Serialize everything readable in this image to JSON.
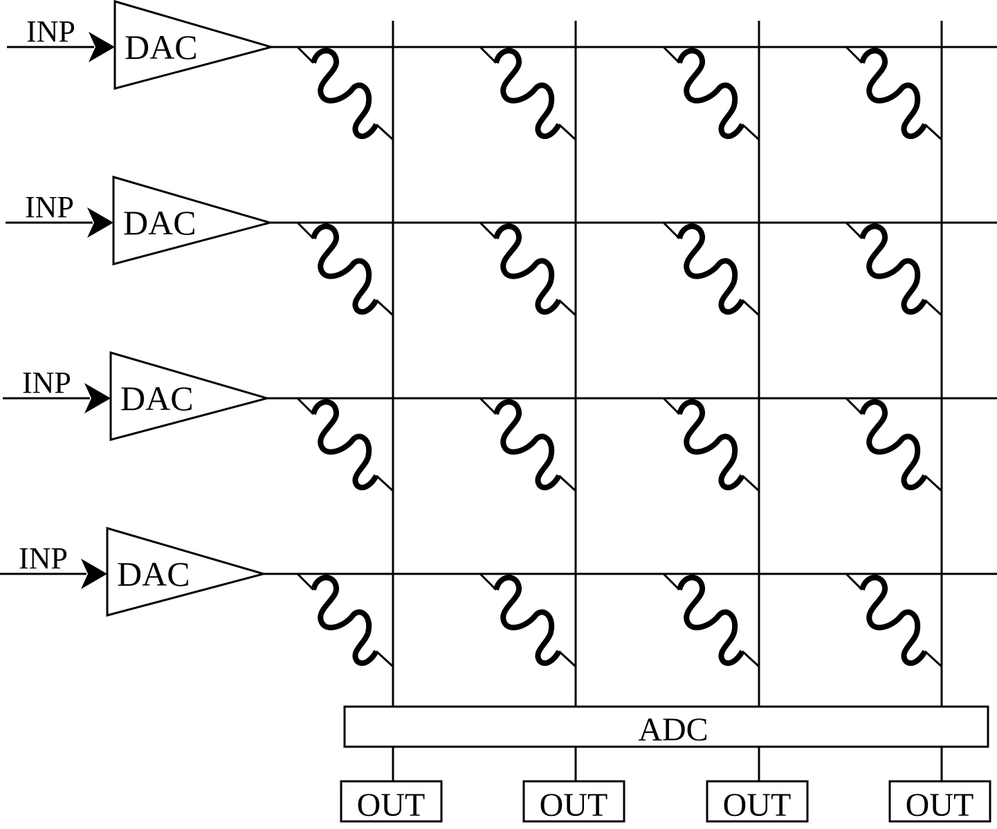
{
  "input_label": "INP",
  "dac_label": "DAC",
  "adc_label": "ADC",
  "output_label": "OUT",
  "rows": 4,
  "columns": 4
}
